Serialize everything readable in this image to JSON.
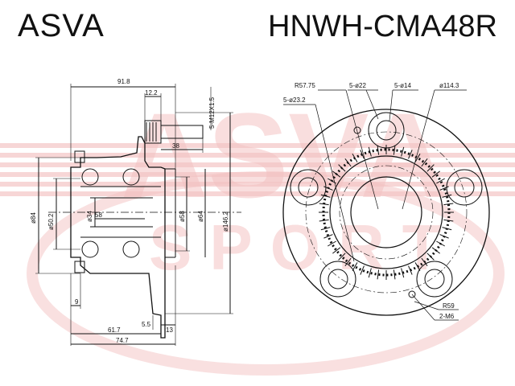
{
  "header": {
    "brand": "ASVA",
    "part_number": "HNWH-CMA48R"
  },
  "side_view": {
    "top_overall": "91.8",
    "top_flange": "12.2",
    "stud_spec": "5-M12X1.5",
    "stud_length": "38",
    "d84": "ø84",
    "d50": "ø50.2",
    "d34": "ø34",
    "len58": "58",
    "d58": "ø58",
    "d64": "ø64",
    "d146": "ø146.2",
    "bottom_9": "9",
    "bottom_55": "5.5",
    "bottom_13": "13",
    "bottom_617": "61.7",
    "bottom_747": "74.7"
  },
  "front_view": {
    "r5775": "R57.75",
    "holes22": "5-ø22",
    "holes14": "5-ø14",
    "pcd1143": "ø114.3",
    "holes232": "5-ø23.2",
    "r59": "R59",
    "m6": "2-M6"
  },
  "watermark": {
    "text_top": "ASVA",
    "text_bottom": "SPORT"
  },
  "colors": {
    "watermark": "#f2b8b8",
    "lines": "#111111"
  }
}
